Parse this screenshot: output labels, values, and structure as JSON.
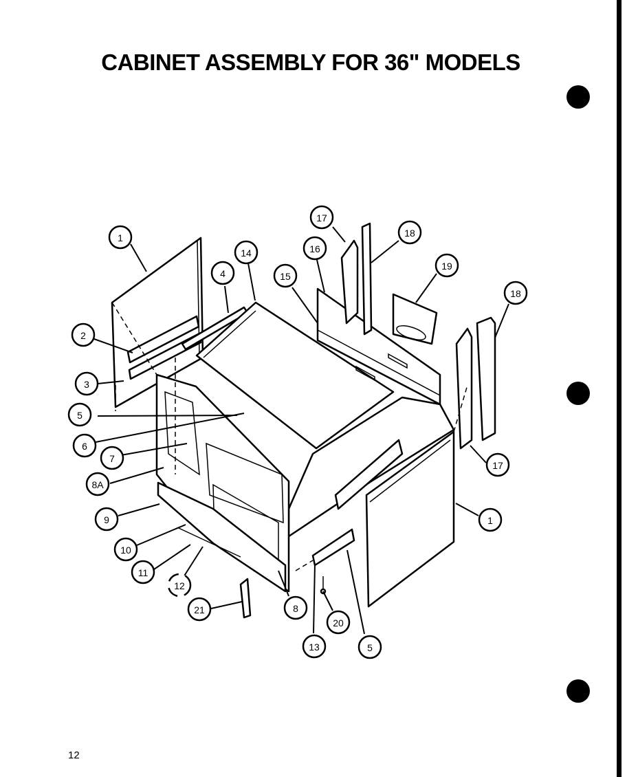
{
  "title": "CABINET ASSEMBLY FOR 36\" MODELS",
  "page_number": "12",
  "callouts": [
    {
      "label": "1"
    },
    {
      "label": "2"
    },
    {
      "label": "3"
    },
    {
      "label": "4"
    },
    {
      "label": "5"
    },
    {
      "label": "6"
    },
    {
      "label": "7"
    },
    {
      "label": "8A"
    },
    {
      "label": "9"
    },
    {
      "label": "10"
    },
    {
      "label": "11"
    },
    {
      "label": "12"
    },
    {
      "label": "21"
    },
    {
      "label": "14"
    },
    {
      "label": "15"
    },
    {
      "label": "16"
    },
    {
      "label": "17"
    },
    {
      "label": "18"
    },
    {
      "label": "19"
    },
    {
      "label": "18"
    },
    {
      "label": "17"
    },
    {
      "label": "1"
    },
    {
      "label": "8"
    },
    {
      "label": "20"
    },
    {
      "label": "13"
    },
    {
      "label": "5"
    }
  ]
}
